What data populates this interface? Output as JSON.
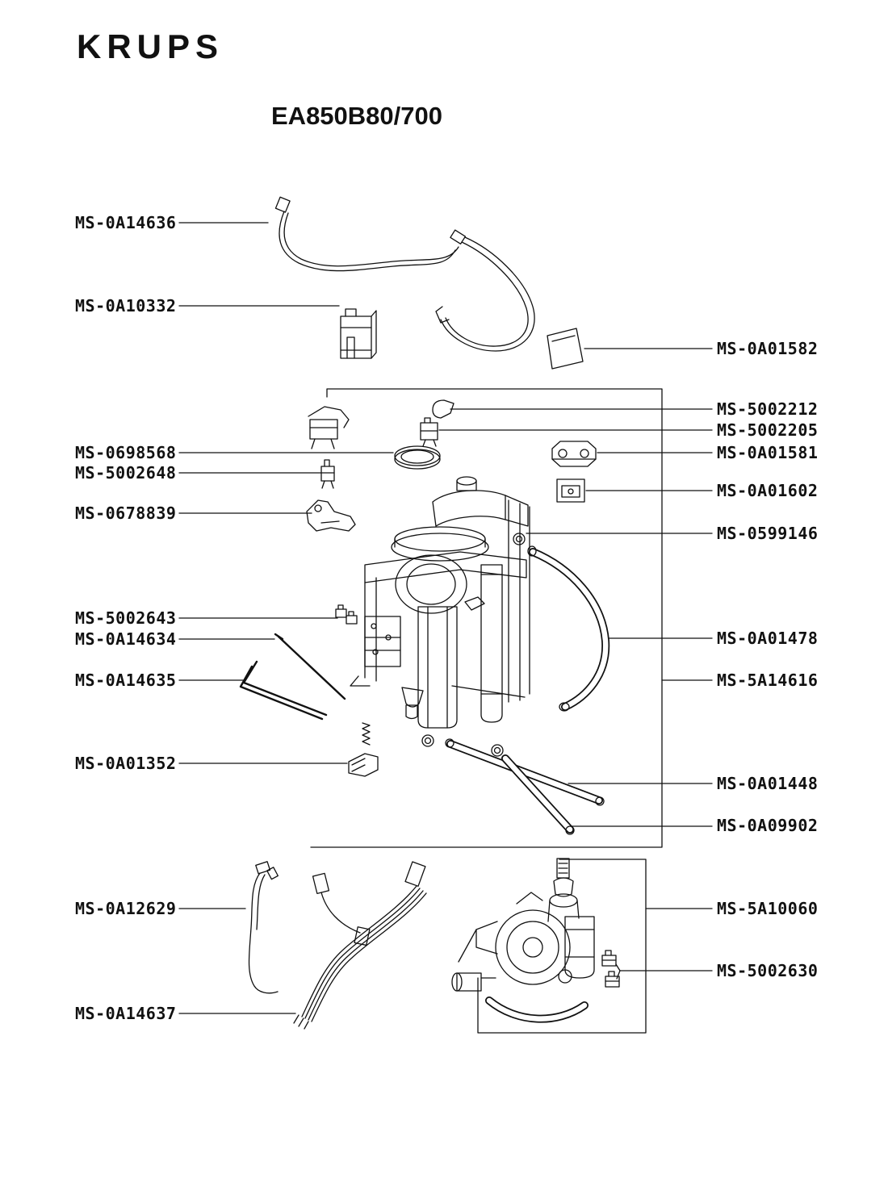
{
  "brand": "KRUPS",
  "title": "EA850B80/700",
  "left_labels": [
    "MS-0A14636",
    "MS-0A10332",
    "MS-0698568",
    "MS-5002648",
    "MS-0678839",
    "MS-5002643",
    "MS-0A14634",
    "MS-0A14635",
    "MS-0A01352",
    "MS-0A12629",
    "MS-0A14637"
  ],
  "right_labels": [
    "MS-0A01582",
    "MS-5002212",
    "MS-5002205",
    "MS-0A01581",
    "MS-0A01602",
    "MS-0599146",
    "MS-0A01478",
    "MS-5A14616",
    "MS-0A01448",
    "MS-0A09902",
    "MS-5A10060",
    "MS-5002630"
  ],
  "colors": {
    "ink": "#111111",
    "background": "#ffffff"
  }
}
